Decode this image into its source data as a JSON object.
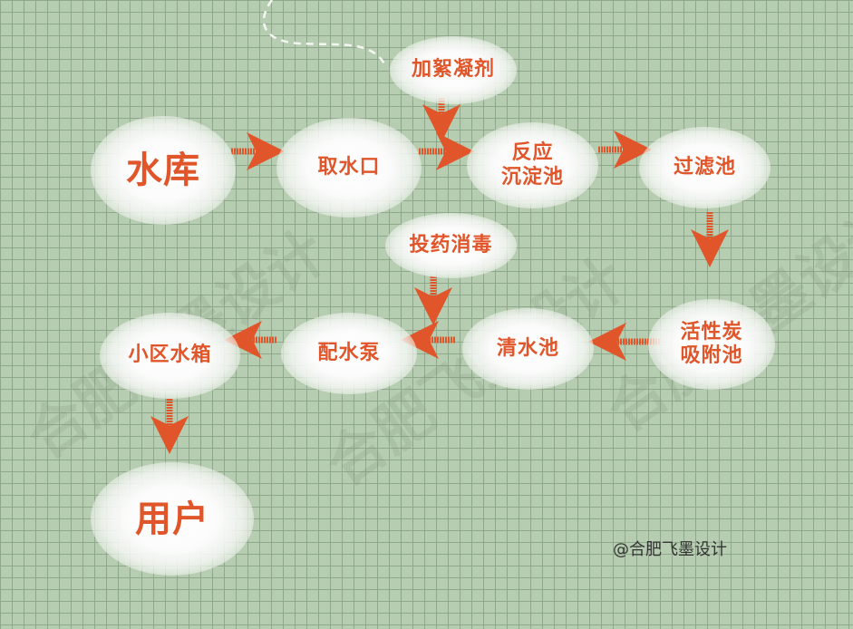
{
  "nodes": {
    "reservoir": "水库",
    "intake": "取水口",
    "coagulant": "加絮凝剂",
    "sedimentation": "反应\n沉淀池",
    "filter": "过滤池",
    "carbon": "活性炭\n吸附池",
    "clear_water": "清水池",
    "pump": "配水泵",
    "disinfection": "投药消毒",
    "tank": "小区水箱",
    "user": "用户"
  },
  "credit": "@合肥飞墨设计",
  "watermark": "合肥飞墨设计",
  "colors": {
    "text": "#e0562a",
    "arrow": "#e0562a",
    "background": "#b6cdb1",
    "grid": "#8ea88b"
  }
}
